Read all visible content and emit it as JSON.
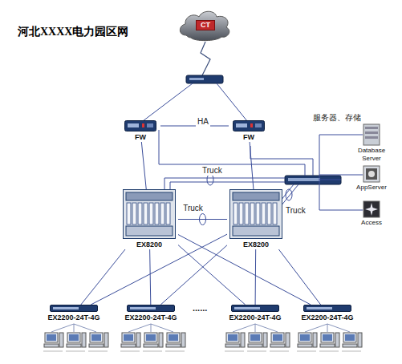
{
  "diagram": {
    "title": "河北XXXX电力园区网",
    "nodes": [
      {
        "text": [
          "CT"
        ]
      },
      {
        "text": [
          "FW"
        ]
      },
      {
        "text": [
          "FW"
        ]
      },
      {
        "text": [
          "EX8200"
        ]
      },
      {
        "text": [
          "EX8200"
        ]
      },
      {
        "text": [
          "Database Server"
        ]
      },
      {
        "text": [
          "AppServer"
        ]
      },
      {
        "text": [
          "Access"
        ]
      },
      {
        "text": [
          "EX2200-24T-4G"
        ]
      },
      {
        "text": [
          "EX2200-24T-4G"
        ]
      },
      {
        "text": [
          "EX2200-24T-4G"
        ]
      },
      {
        "text": [
          "EX2200-24T-4G"
        ]
      }
    ],
    "edges": [
      {
        "from": 1,
        "to": 2,
        "arrow": "none"
      },
      {
        "from": 1,
        "to": 3,
        "arrow": "none"
      },
      {
        "from": 2,
        "to": 4,
        "arrow": "none"
      },
      {
        "from": 3,
        "to": 4,
        "label": "Truck",
        "arrow": "none"
      },
      {
        "from": 3,
        "to": 8,
        "arrow": "none"
      },
      {
        "from": 3,
        "to": 9,
        "arrow": "none"
      },
      {
        "from": 3,
        "to": 10,
        "arrow": "none"
      },
      {
        "from": 3,
        "to": 11,
        "arrow": "none"
      },
      {
        "from": 4,
        "to": 8,
        "arrow": "none"
      },
      {
        "from": 4,
        "to": 9,
        "arrow": "none"
      },
      {
        "from": 4,
        "to": 10,
        "arrow": "none"
      },
      {
        "from": 4,
        "to": 11,
        "arrow": "none"
      }
    ],
    "labels": [
      "HA",
      "Truck",
      "Truck",
      "服务器、存储",
      "......"
    ]
  }
}
